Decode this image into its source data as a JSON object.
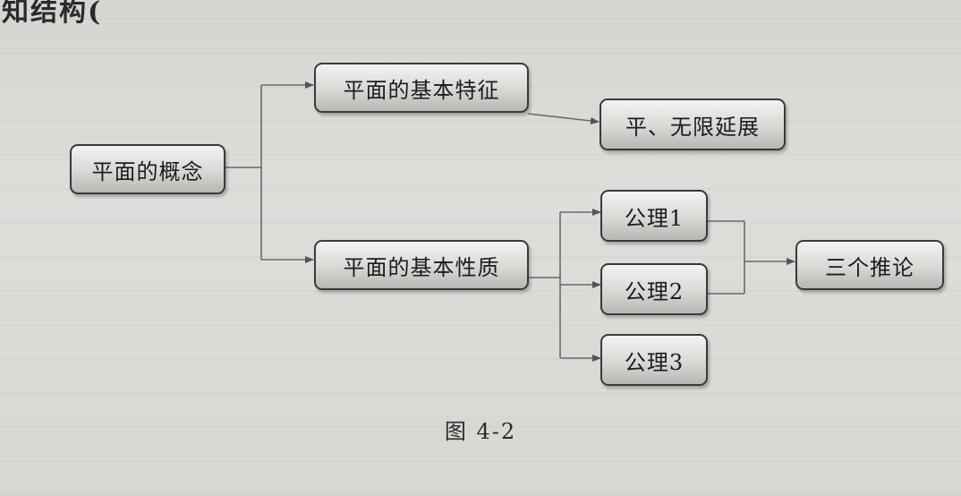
{
  "corner_text": "知结构(",
  "nodes": {
    "concept": "平面的概念",
    "features": "平面的基本特征",
    "flat": "平、无限延展",
    "properties": "平面的基本性质",
    "axiom1": "公理1",
    "axiom2": "公理2",
    "axiom3": "公理3",
    "corollaries": "三个推论"
  },
  "caption": "图 4-2"
}
